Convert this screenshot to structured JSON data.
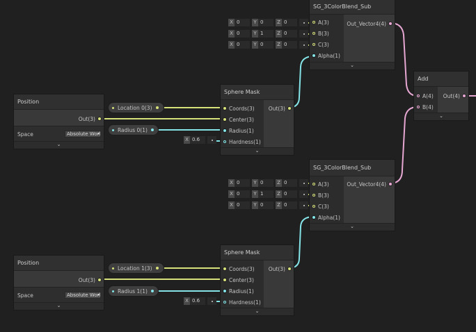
{
  "colors": {
    "vector3": "#d8e27a",
    "vector1": "#84e4e7",
    "vector4": "#e7a7d3"
  },
  "icons": {
    "chevron": "chevron-down-icon",
    "caret": "caret-down-icon"
  },
  "blend_top": {
    "title": "SG_3ColorBlend_Sub",
    "inputs": [
      "A(3)",
      "B(3)",
      "C(3)",
      "Alpha(1)"
    ],
    "output": "Out_Vector4(4)",
    "fields": [
      {
        "x": "0",
        "y": "0",
        "z": "0"
      },
      {
        "x": "0",
        "y": "1",
        "z": "0"
      },
      {
        "x": "0",
        "y": "0",
        "z": "0"
      }
    ]
  },
  "blend_bottom": {
    "title": "SG_3ColorBlend_Sub",
    "inputs": [
      "A(3)",
      "B(3)",
      "C(3)",
      "Alpha(1)"
    ],
    "output": "Out_Vector4(4)",
    "fields": [
      {
        "x": "0",
        "y": "0",
        "z": "0"
      },
      {
        "x": "0",
        "y": "1",
        "z": "0"
      },
      {
        "x": "0",
        "y": "0",
        "z": "0"
      }
    ]
  },
  "add": {
    "title": "Add",
    "inputs": [
      "A(4)",
      "B(4)"
    ],
    "output": "Out(4)"
  },
  "pos_top": {
    "title": "Position",
    "output": "Out(3)",
    "space_label": "Space",
    "space_value": "Absolute World"
  },
  "pos_bottom": {
    "title": "Position",
    "output": "Out(3)",
    "space_label": "Space",
    "space_value": "Absolute World"
  },
  "sphere_top": {
    "title": "Sphere Mask",
    "inputs": [
      "Coords(3)",
      "Center(3)",
      "Radius(1)",
      "Hardness(1)"
    ],
    "output": "Out(3)",
    "hardness_letter": "X",
    "hardness_value": "0.6"
  },
  "sphere_bottom": {
    "title": "Sphere Mask",
    "inputs": [
      "Coords(3)",
      "Center(3)",
      "Radius(1)",
      "Hardness(1)"
    ],
    "output": "Out(3)",
    "hardness_letter": "X",
    "hardness_value": "0.6"
  },
  "props": {
    "location0": "Location 0(3)",
    "radius0": "Radius 0(1)",
    "location1": "Location 1(3)",
    "radius1": "Radius 1(1)"
  },
  "field_letters": {
    "x": "X",
    "y": "Y",
    "z": "Z"
  }
}
